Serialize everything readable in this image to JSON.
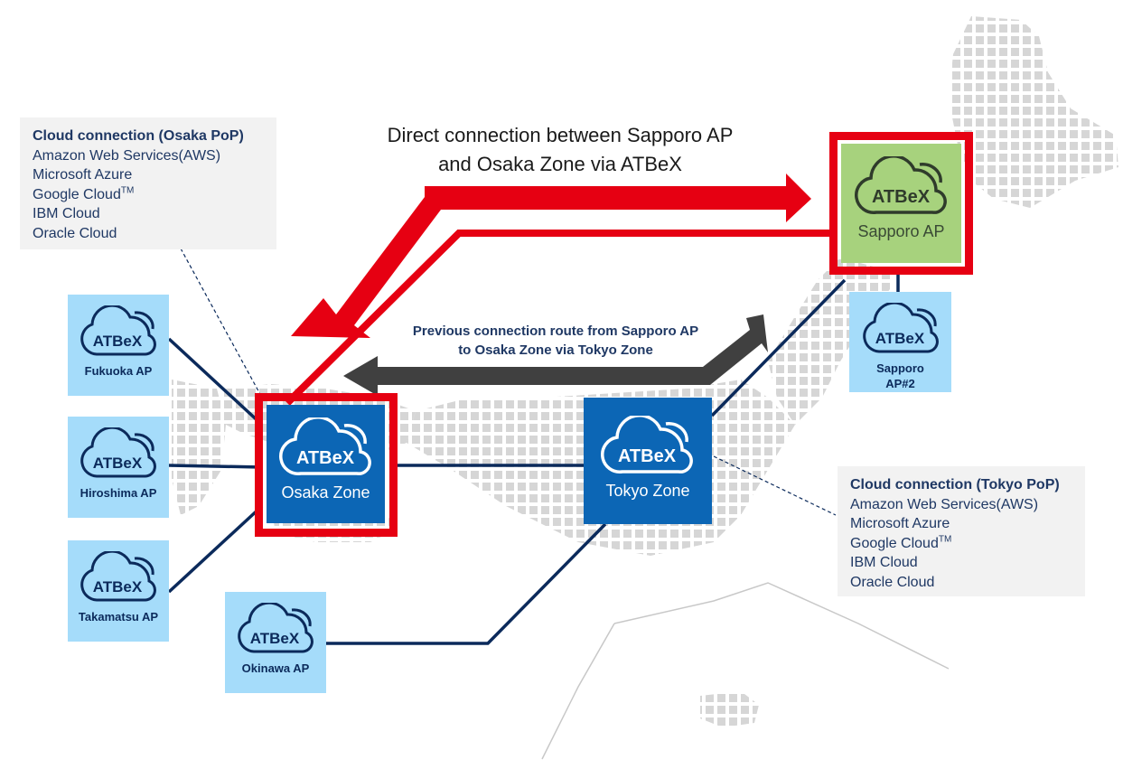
{
  "title": {
    "line1": "Direct connection between Sapporo AP",
    "line2": "and Osaka Zone via ATBeX"
  },
  "previous_route": {
    "line1": "Previous connection route from Sapporo AP",
    "line2": "to Osaka Zone via Tokyo Zone"
  },
  "cloud_label": "ATBeX",
  "nodes": {
    "fukuoka": "Fukuoka AP",
    "hiroshima": "Hiroshima AP",
    "takamatsu": "Takamatsu AP",
    "okinawa": "Okinawa AP",
    "osaka": "Osaka Zone",
    "tokyo": "Tokyo Zone",
    "sapporo": "Sapporo AP",
    "sapporo2_line1": "Sapporo",
    "sapporo2_line2": "AP#2"
  },
  "osaka_pop": {
    "heading": "Cloud connection (Osaka PoP)",
    "items": [
      "Amazon Web Services(AWS)",
      "Microsoft Azure",
      "Google Cloud",
      "IBM Cloud",
      "Oracle Cloud"
    ],
    "tm": "TM"
  },
  "tokyo_pop": {
    "heading": "Cloud connection (Tokyo PoP)",
    "items": [
      "Amazon Web Services(AWS)",
      "Microsoft Azure",
      "Google Cloud",
      "IBM Cloud",
      "Oracle Cloud"
    ],
    "tm": "TM"
  },
  "colors": {
    "navy_line": "#0b2a5b",
    "red_accent": "#e60012",
    "dark_arrow": "#404040",
    "zone_blue": "#0c66b5",
    "ap_light_blue": "#a5dcfa",
    "sapporo_green": "#a7d27d",
    "map_dots": "#d6d6d6",
    "pop_box": "#f2f2f2"
  }
}
